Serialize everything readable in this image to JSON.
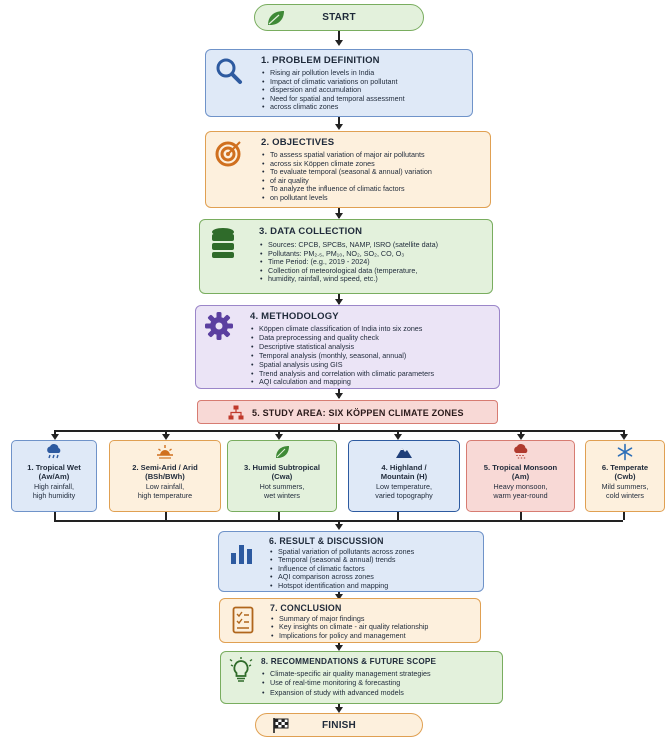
{
  "start": {
    "label": "START",
    "icon": "leaf-icon"
  },
  "problem": {
    "title": "1. PROBLEM DEFINITION",
    "icon": "magnifier-icon",
    "bullets": [
      "Rising air pollution levels in India",
      "Impact of climatic variations on pollutant",
      "dispersion and accumulation",
      "Need for spatial and temporal assessment",
      "across climatic zones"
    ]
  },
  "objectives": {
    "title": "2. OBJECTIVES",
    "icon": "target-icon",
    "bullets": [
      "To assess spatial variation of major air pollutants",
      "across six Köppen climate zones",
      "To evaluate temporal (seasonal & annual) variation",
      "of air quality",
      "To analyze the influence of climatic factors",
      "on pollutant levels"
    ]
  },
  "data": {
    "title": "3. DATA COLLECTION",
    "icon": "database-icon",
    "bullets": [
      "Sources: CPCB, SPCBs, NAMP, ISRO (satellite data)",
      "Pollutants: PM₂.₅, PM₁₀, NO₂, SO₂, CO, O₃",
      "Time Period: (e.g., 2019 - 2024)",
      "Collection of meteorological data (temperature,",
      "humidity, rainfall, wind speed, etc.)"
    ]
  },
  "methodology": {
    "title": "4. METHODOLOGY",
    "icon": "gear-icon",
    "bullets": [
      "Köppen climate classification of India into six zones",
      "Data preprocessing and quality check",
      "Descriptive statistical analysis",
      "Temporal analysis (monthly, seasonal, annual)",
      "Spatial analysis using GIS",
      "Trend analysis and correlation with climatic parameters",
      "AQI calculation and mapping"
    ]
  },
  "study_area": {
    "title": "5. STUDY AREA: SIX KÖPPEN CLIMATE ZONES",
    "icon": "hierarchy-icon"
  },
  "zones": [
    {
      "name": "1. Tropical Wet\n(Aw/Am)",
      "desc": "High rainfall,\nhigh humidity",
      "icon": "rain-cloud-icon"
    },
    {
      "name": "2. Semi-Arid / Arid\n(BSh/BWh)",
      "desc": "Low rainfall,\nhigh temperature",
      "icon": "sunset-icon"
    },
    {
      "name": "3. Humid Subtropical\n(Cwa)",
      "desc": "Hot summers,\nwet winters",
      "icon": "leaf-icon"
    },
    {
      "name": "4. Highland /\nMountain (H)",
      "desc": "Low temperature,\nvaried topography",
      "icon": "mountain-icon"
    },
    {
      "name": "5. Tropical Monsoon\n(Am)",
      "desc": "Heavy monsoon,\nwarm year-round",
      "icon": "storm-cloud-icon"
    },
    {
      "name": "6. Temperate\n(Cwb)",
      "desc": "Mild summers,\ncold winters",
      "icon": "snowflake-icon"
    }
  ],
  "results": {
    "title": "6. RESULT & DISCUSSION",
    "icon": "bar-chart-icon",
    "bullets": [
      "Spatial variation of pollutants across zones",
      "Temporal (seasonal & annual) trends",
      "Influence of climatic factors",
      "AQI comparison across zones",
      "Hotspot identification and mapping"
    ]
  },
  "conclusion": {
    "title": "7. CONCLUSION",
    "icon": "checklist-icon",
    "bullets": [
      "Summary of major findings",
      "Key insights on climate - air quality relationship",
      "Implications for policy and management"
    ]
  },
  "recommendations": {
    "title": "8. RECOMMENDATIONS & FUTURE SCOPE",
    "icon": "lightbulb-icon",
    "bullets": [
      "Climate-specific air quality management strategies",
      "Use of real-time monitoring & forecasting",
      "Expansion of study with advanced models"
    ]
  },
  "finish": {
    "label": "FINISH",
    "icon": "checkered-flag-icon"
  },
  "colors": {
    "blue": "#dfe9f7",
    "blue_border": "#6f93c9",
    "orange": "#fdf0dd",
    "orange_border": "#e0a052",
    "green": "#e3f1dc",
    "green_border": "#79ad5f",
    "purple": "#ebe4f6",
    "purple_border": "#9b86c9",
    "red": "#f8d9d6",
    "red_border": "#d77c72"
  }
}
